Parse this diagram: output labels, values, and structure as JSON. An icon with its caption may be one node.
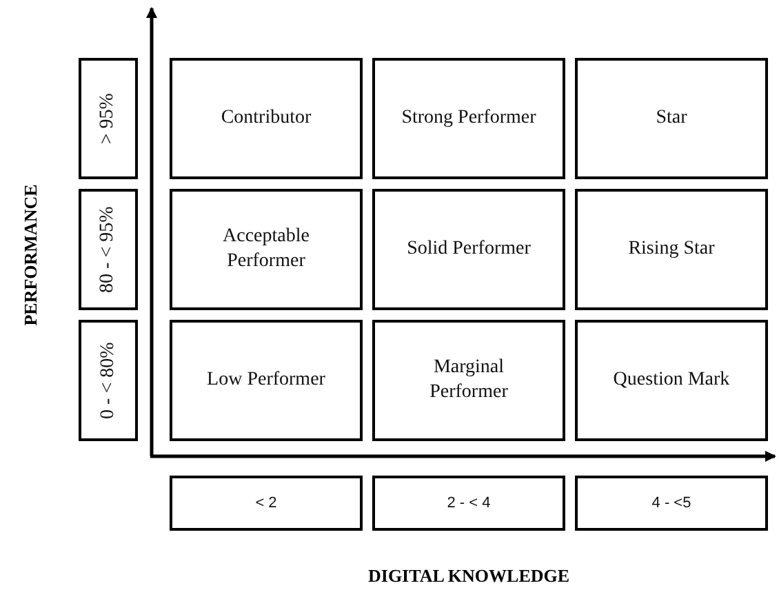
{
  "diagram": {
    "nodes": [
      {
        "text": [
          "> 95%"
        ]
      },
      {
        "text": [
          "Contributor"
        ]
      },
      {
        "text": [
          "Strong Performer"
        ]
      },
      {
        "text": [
          "Star"
        ]
      },
      {
        "text": [
          "80 - < 95%"
        ]
      },
      {
        "text": [
          "Acceptable Performer"
        ]
      },
      {
        "text": [
          "Solid Performer"
        ]
      },
      {
        "text": [
          "Rising Star"
        ]
      },
      {
        "text": [
          "0 - < 80%"
        ]
      },
      {
        "text": [
          "Low Performer"
        ]
      },
      {
        "text": [
          "Marginal Performer"
        ]
      },
      {
        "text": [
          "Question Mark"
        ]
      },
      {
        "text": [
          "< 2"
        ]
      },
      {
        "text": [
          "2 - < 4"
        ]
      },
      {
        "text": [
          "4 - <5"
        ]
      }
    ],
    "edges": [],
    "labels": [
      "PERFORMANCE",
      "DIGITAL KNOWLEDGE"
    ]
  }
}
